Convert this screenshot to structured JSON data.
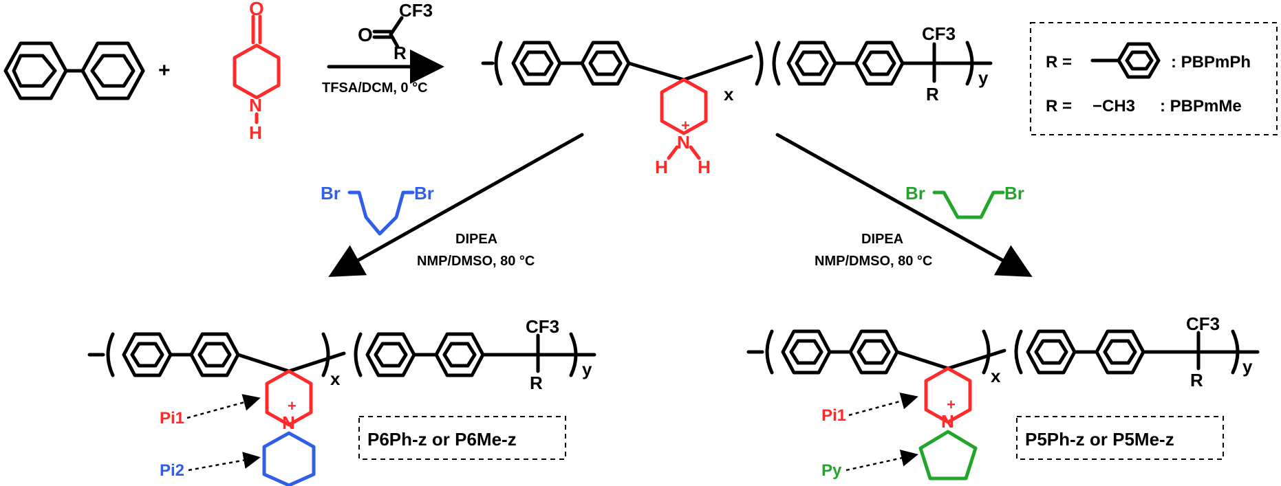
{
  "reaction": {
    "reagent_top_o": "O",
    "reagent_top_cf3": "CF3",
    "reagent_top_r": "R",
    "conditions_1": "TFSA/DCM, 0 °C",
    "plus": "+",
    "piperidone_o": "O",
    "piperidone_nh": "N",
    "piperidone_h": "H"
  },
  "precursor_polymer": {
    "cf3": "CF3",
    "r": "R",
    "x": "x",
    "y": "y",
    "n": "N",
    "plus": "+",
    "h": "H"
  },
  "r_group_box": {
    "r_label_1": "R =",
    "name_1": ": PBPmPh",
    "r_label_2": "R =",
    "ch3": "−CH3",
    "name_2": ": PBPmMe"
  },
  "left_branch": {
    "reagent_br1": "Br",
    "reagent_br2": "Br",
    "conditions_line1": "DIPEA",
    "conditions_line2": "NMP/DMSO, 80 °C",
    "pi1_label": "Pi1",
    "pi2_label": "Pi2",
    "product_name": "P6Ph-z   or   P6Me-z"
  },
  "right_branch": {
    "reagent_br1": "Br",
    "reagent_br2": "Br",
    "conditions_line1": "DIPEA",
    "conditions_line2": "NMP/DMSO, 80 °C",
    "pi1_label": "Pi1",
    "py_label": "Py",
    "product_name": "P5Ph-z   or   P5Me-z"
  },
  "colors": {
    "piperidinium": "#ff2a2a",
    "dibromopentane": "#2f5ee8",
    "dibromobutane": "#22a52a",
    "bonds": "#000000"
  }
}
